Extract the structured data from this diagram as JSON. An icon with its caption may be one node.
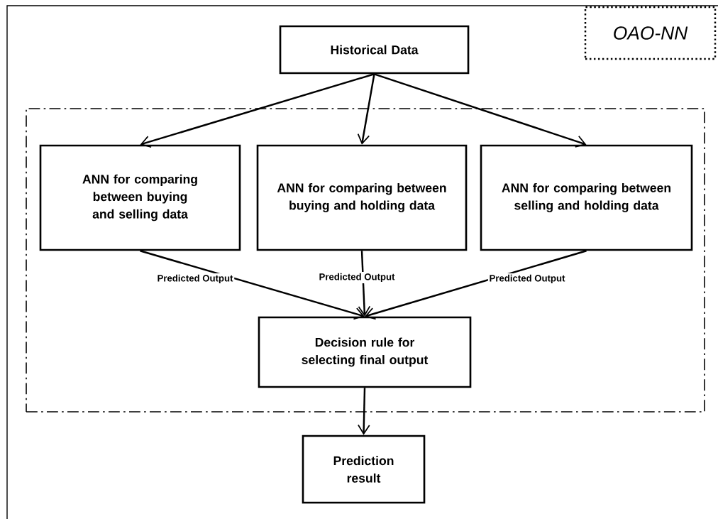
{
  "diagram": {
    "nodes": [
      {
        "text": [
          "OAO-NN"
        ]
      },
      {
        "text": [
          "Historical Data"
        ]
      },
      {
        "text": [],
        "shape": "box"
      },
      {
        "text": [
          "ANN for comparing between buying and selling data"
        ],
        "in": 2
      },
      {
        "text": [
          "ANN for comparing between buying and holding data"
        ],
        "in": 2
      },
      {
        "text": [
          "ANN for comparing between selling and holding data"
        ],
        "in": 2
      },
      {
        "text": [
          "Decision rule for selecting final output"
        ],
        "in": 2
      },
      {
        "text": [
          "Prediction result"
        ]
      }
    ],
    "edges": [
      {
        "from": 1,
        "to": 3,
        "arrow": "to"
      },
      {
        "from": 1,
        "to": 4,
        "arrow": "to"
      },
      {
        "from": 1,
        "to": 5,
        "arrow": "to"
      },
      {
        "from": 3,
        "to": 6,
        "arrow": "to",
        "label": "Predicted Output"
      },
      {
        "from": 4,
        "to": 6,
        "arrow": "to",
        "label": "Predicted Output"
      },
      {
        "from": 5,
        "to": 6,
        "arrow": "to",
        "label": "Predicted Output"
      },
      {
        "from": 6,
        "to": 7,
        "arrow": "to"
      }
    ]
  }
}
